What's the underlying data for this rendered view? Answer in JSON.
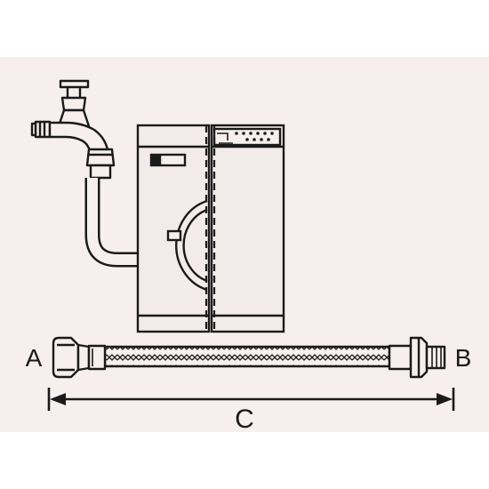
{
  "labels": {
    "end_a": "A",
    "end_b": "B",
    "length": "C"
  },
  "colors": {
    "panel": "#f6efed",
    "ink": "#1a1a1a",
    "appliance_fill": "#f3ebe9"
  },
  "icons": {
    "tap": "water-tap-icon",
    "washing_machine": "washing-machine-icon",
    "dishwasher": "dishwasher-icon",
    "hose": "braided-hose-icon"
  }
}
